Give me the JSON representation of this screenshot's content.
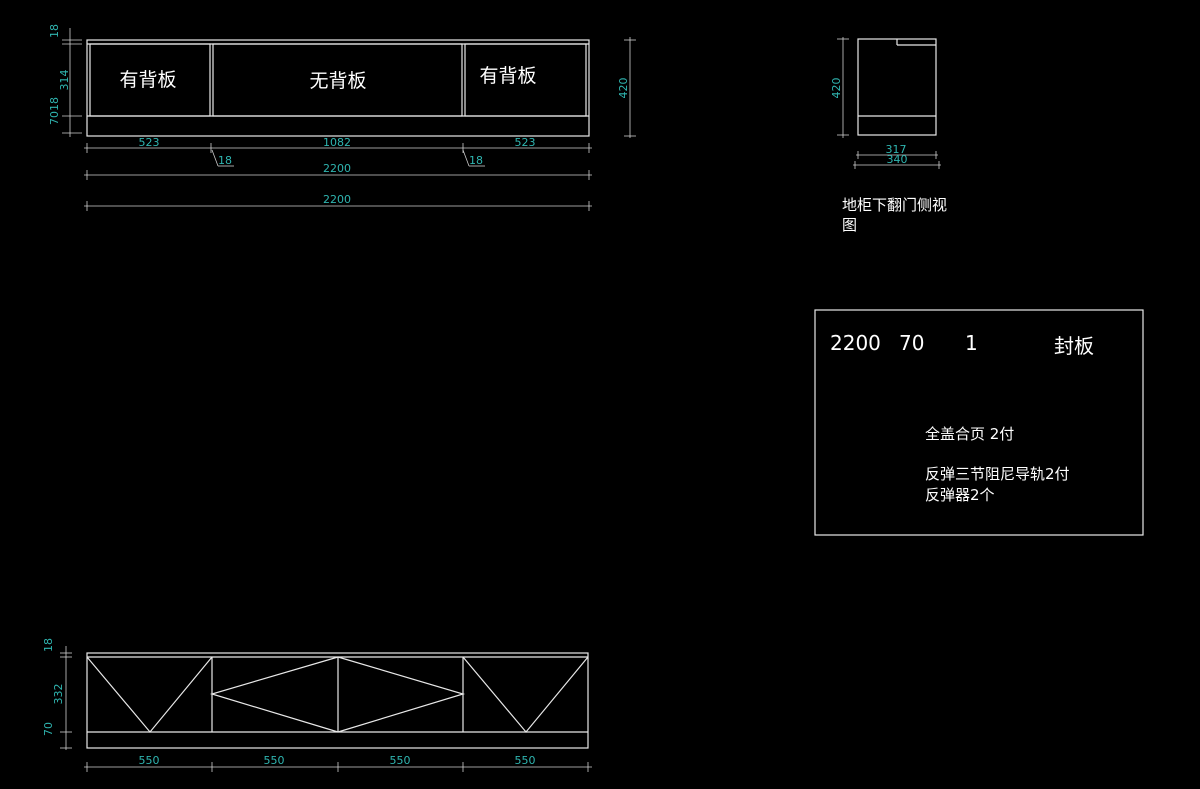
{
  "front_view": {
    "dims_left": [
      "18",
      "314",
      "70",
      "18"
    ],
    "dim_height_right": "420",
    "compartments": [
      "有背板",
      "无背板",
      "有背板"
    ],
    "dims_bottom": [
      "523",
      "1082",
      "523"
    ],
    "dims_panel": [
      "18",
      "18"
    ],
    "total_width_1": "2200",
    "total_width_2": "2200"
  },
  "side_view": {
    "height": "420",
    "depth_inner": "317",
    "depth_outer": "340",
    "caption_line1": "地柜下翻门侧视",
    "caption_line2": "图"
  },
  "info_box": {
    "length": "2200",
    "height": "70",
    "qty": "1",
    "part": "封板",
    "hardware_line1": "全盖合页 2付",
    "hardware_line2": "反弹三节阻尼导轨2付",
    "hardware_line3": "反弹器2个"
  },
  "door_view": {
    "dims_left": [
      "18",
      "332",
      "70"
    ],
    "dims_bottom": [
      "550",
      "550",
      "550",
      "550"
    ]
  },
  "colors": {
    "background": "#000000",
    "line": "#e8e8e8",
    "dimension_text": "#2fb5b0",
    "label_text": "#ffffff"
  }
}
